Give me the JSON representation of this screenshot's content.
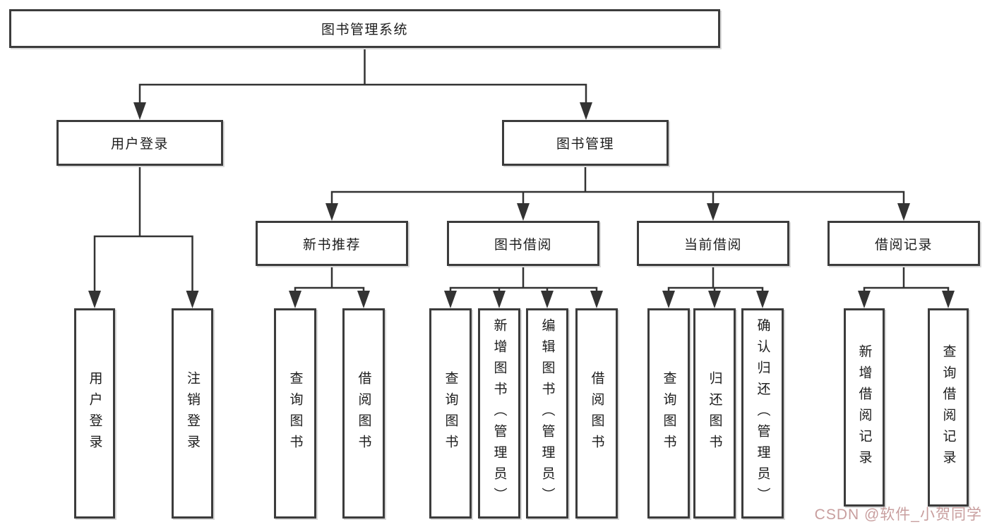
{
  "diagram_type": "functional-structure-tree",
  "colors": {
    "line": "#333333",
    "box_border": "#3c3c3c",
    "text": "#1c1c1c",
    "watermark": "#c89e9e",
    "background": "#ffffff"
  },
  "tree": {
    "label": "图书管理系统",
    "children": [
      {
        "label": "用户登录",
        "children": [
          {
            "label": "用户登录"
          },
          {
            "label": "注销登录"
          }
        ]
      },
      {
        "label": "图书管理",
        "children": [
          {
            "label": "新书推荐",
            "children": [
              {
                "label": "查询图书"
              },
              {
                "label": "借阅图书"
              }
            ]
          },
          {
            "label": "图书借阅",
            "children": [
              {
                "label": "查询图书"
              },
              {
                "label": "新增图书（管理员）"
              },
              {
                "label": "编辑图书（管理员）"
              },
              {
                "label": "借阅图书"
              }
            ]
          },
          {
            "label": "当前借阅",
            "children": [
              {
                "label": "查询图书"
              },
              {
                "label": "归还图书"
              },
              {
                "label": "确认归还（管理员）"
              }
            ]
          },
          {
            "label": "借阅记录",
            "children": [
              {
                "label": "新增借阅记录"
              },
              {
                "label": "查询借阅记录"
              }
            ]
          }
        ]
      }
    ]
  },
  "watermark": {
    "text": "CSDN @软件_小贺同学"
  }
}
